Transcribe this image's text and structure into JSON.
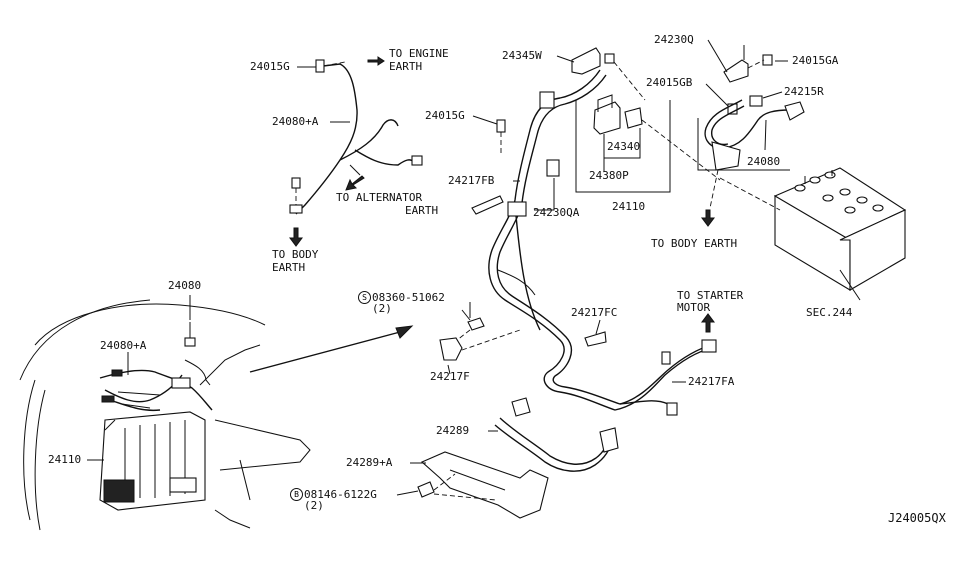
{
  "diagram_code": "J24005QX",
  "labels": {
    "p24015G_top": "24015G",
    "to_engine_earth_1": "TO ENGINE",
    "to_engine_earth_2": "EARTH",
    "p24080A_top": "24080+A",
    "to_alt_earth_1": "TO ALTERNATOR",
    "to_alt_earth_2": "EARTH",
    "to_body_earth_left_1": "TO BODY",
    "to_body_earth_left_2": "EARTH",
    "p24345W": "24345W",
    "p24015G_mid": "24015G",
    "p24217FB": "24217FB",
    "p24230QA": "24230QA",
    "p24340": "24340",
    "p24380P": "24380P",
    "p24110": "24110",
    "p24230Q": "24230Q",
    "p24015GB": "24015GB",
    "p24015GA": "24015GA",
    "p24215R": "24215R",
    "p24080_right": "24080",
    "to_body_earth_right": "TO BODY EARTH",
    "sec244": "SEC.244",
    "bolt1_prefix": "S",
    "bolt1_code": "08360-51062",
    "bolt1_qty": "(2)",
    "p24217FC": "24217FC",
    "to_starter_1": "TO STARTER",
    "to_starter_2": "MOTOR",
    "p24217F": "24217F",
    "p24217FA": "24217FA",
    "p24289": "24289",
    "p24289A": "24289+A",
    "bolt2_prefix": "B",
    "bolt2_code": "08146-6122G",
    "bolt2_qty": "(2)",
    "p24080_inset": "24080",
    "p24080A_inset": "24080+A",
    "p24110_inset": "24110"
  }
}
